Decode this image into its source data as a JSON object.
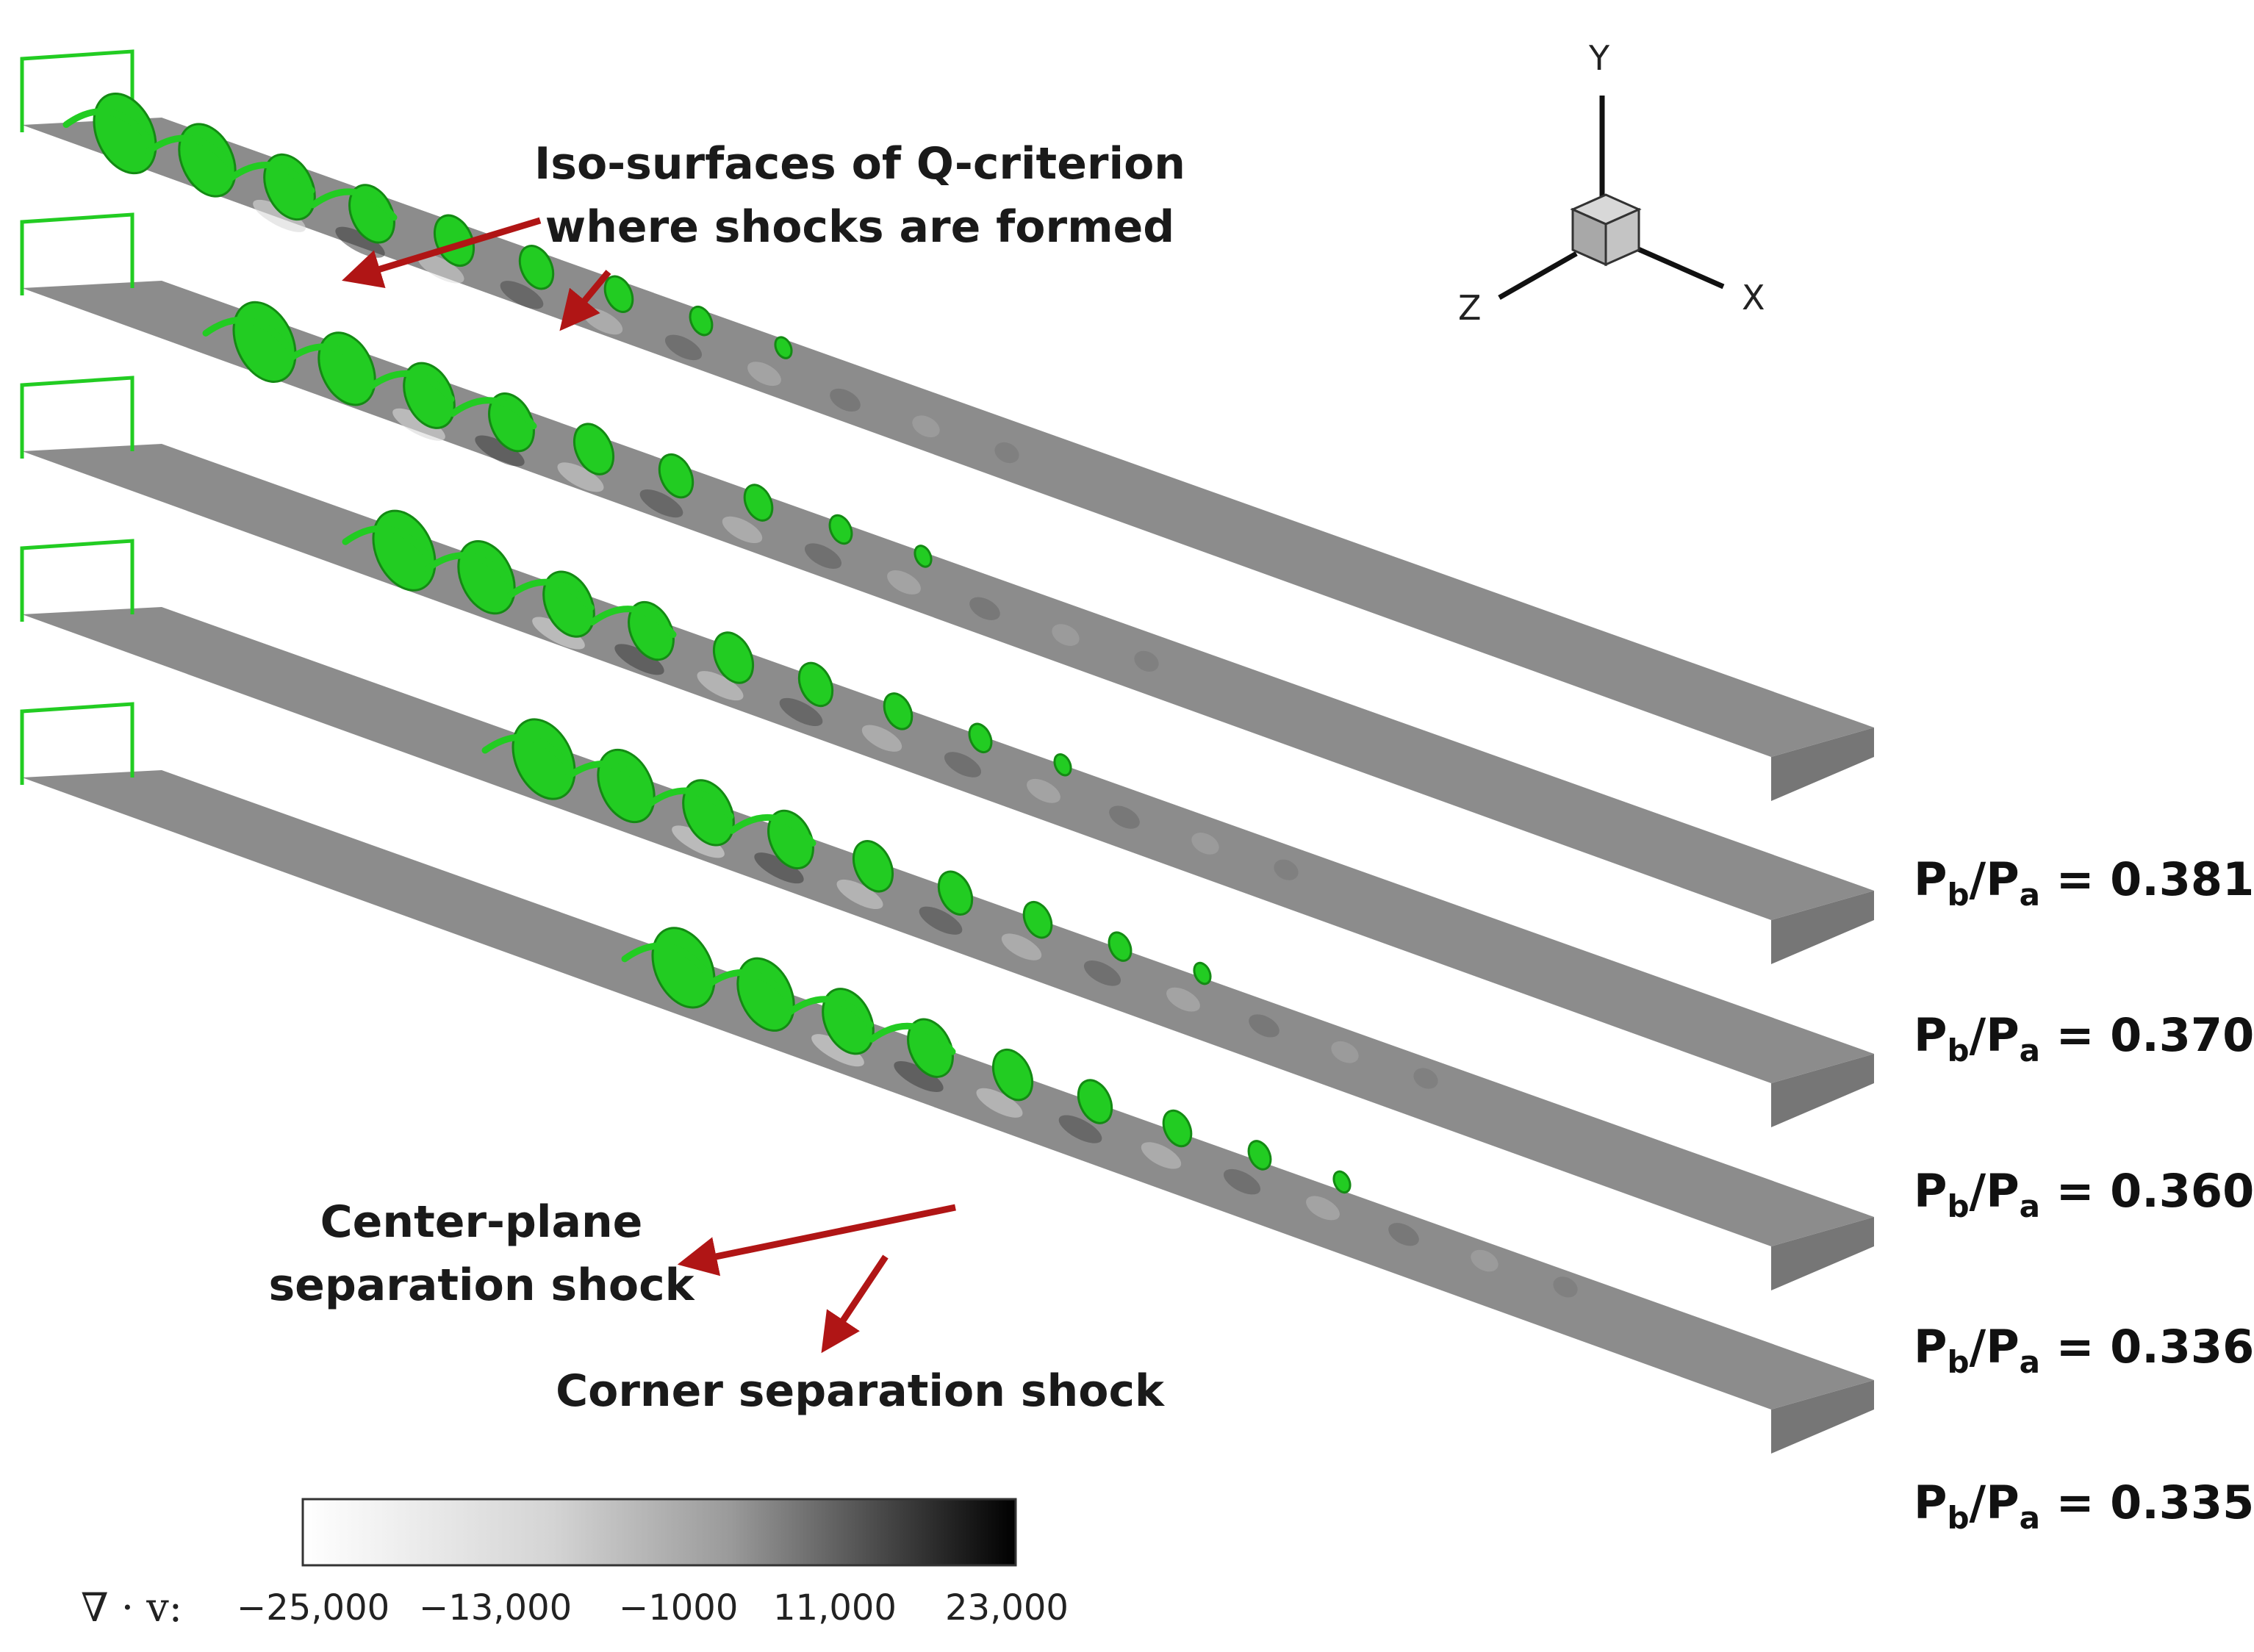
{
  "annotations": {
    "q_criterion_line1": "Iso-surfaces of Q-criterion",
    "q_criterion_line2": "where shocks are formed",
    "center_line1": "Center-plane",
    "center_line2": "separation shock",
    "corner": "Corner separation shock"
  },
  "axes_triad": {
    "y": "Y",
    "x": "X",
    "z": "Z"
  },
  "cases": [
    {
      "p_b": "P",
      "sub_b": "b",
      "slash": "/",
      "p_a": "P",
      "sub_a": "a",
      "eq": " = 0.381"
    },
    {
      "p_b": "P",
      "sub_b": "b",
      "slash": "/",
      "p_a": "P",
      "sub_a": "a",
      "eq": " = 0.370"
    },
    {
      "p_b": "P",
      "sub_b": "b",
      "slash": "/",
      "p_a": "P",
      "sub_a": "a",
      "eq": " = 0.360"
    },
    {
      "p_b": "P",
      "sub_b": "b",
      "slash": "/",
      "p_a": "P",
      "sub_a": "a",
      "eq": " = 0.336"
    },
    {
      "p_b": "P",
      "sub_b": "b",
      "slash": "/",
      "p_a": "P",
      "sub_a": "a",
      "eq": " = 0.335"
    }
  ],
  "colorbar": {
    "variable": "∇ · v:",
    "ticks": [
      "−25,000",
      "−13,000",
      "−1000",
      "11,000",
      "23,000"
    ],
    "range": [
      -25000,
      23000
    ],
    "colors": {
      "low": "#ffffff",
      "high": "#000000"
    }
  },
  "colors": {
    "surface": "#8c8c8c",
    "surface_edge": "#767676",
    "vortex": "#22cc22",
    "arrow": "#b01515"
  }
}
